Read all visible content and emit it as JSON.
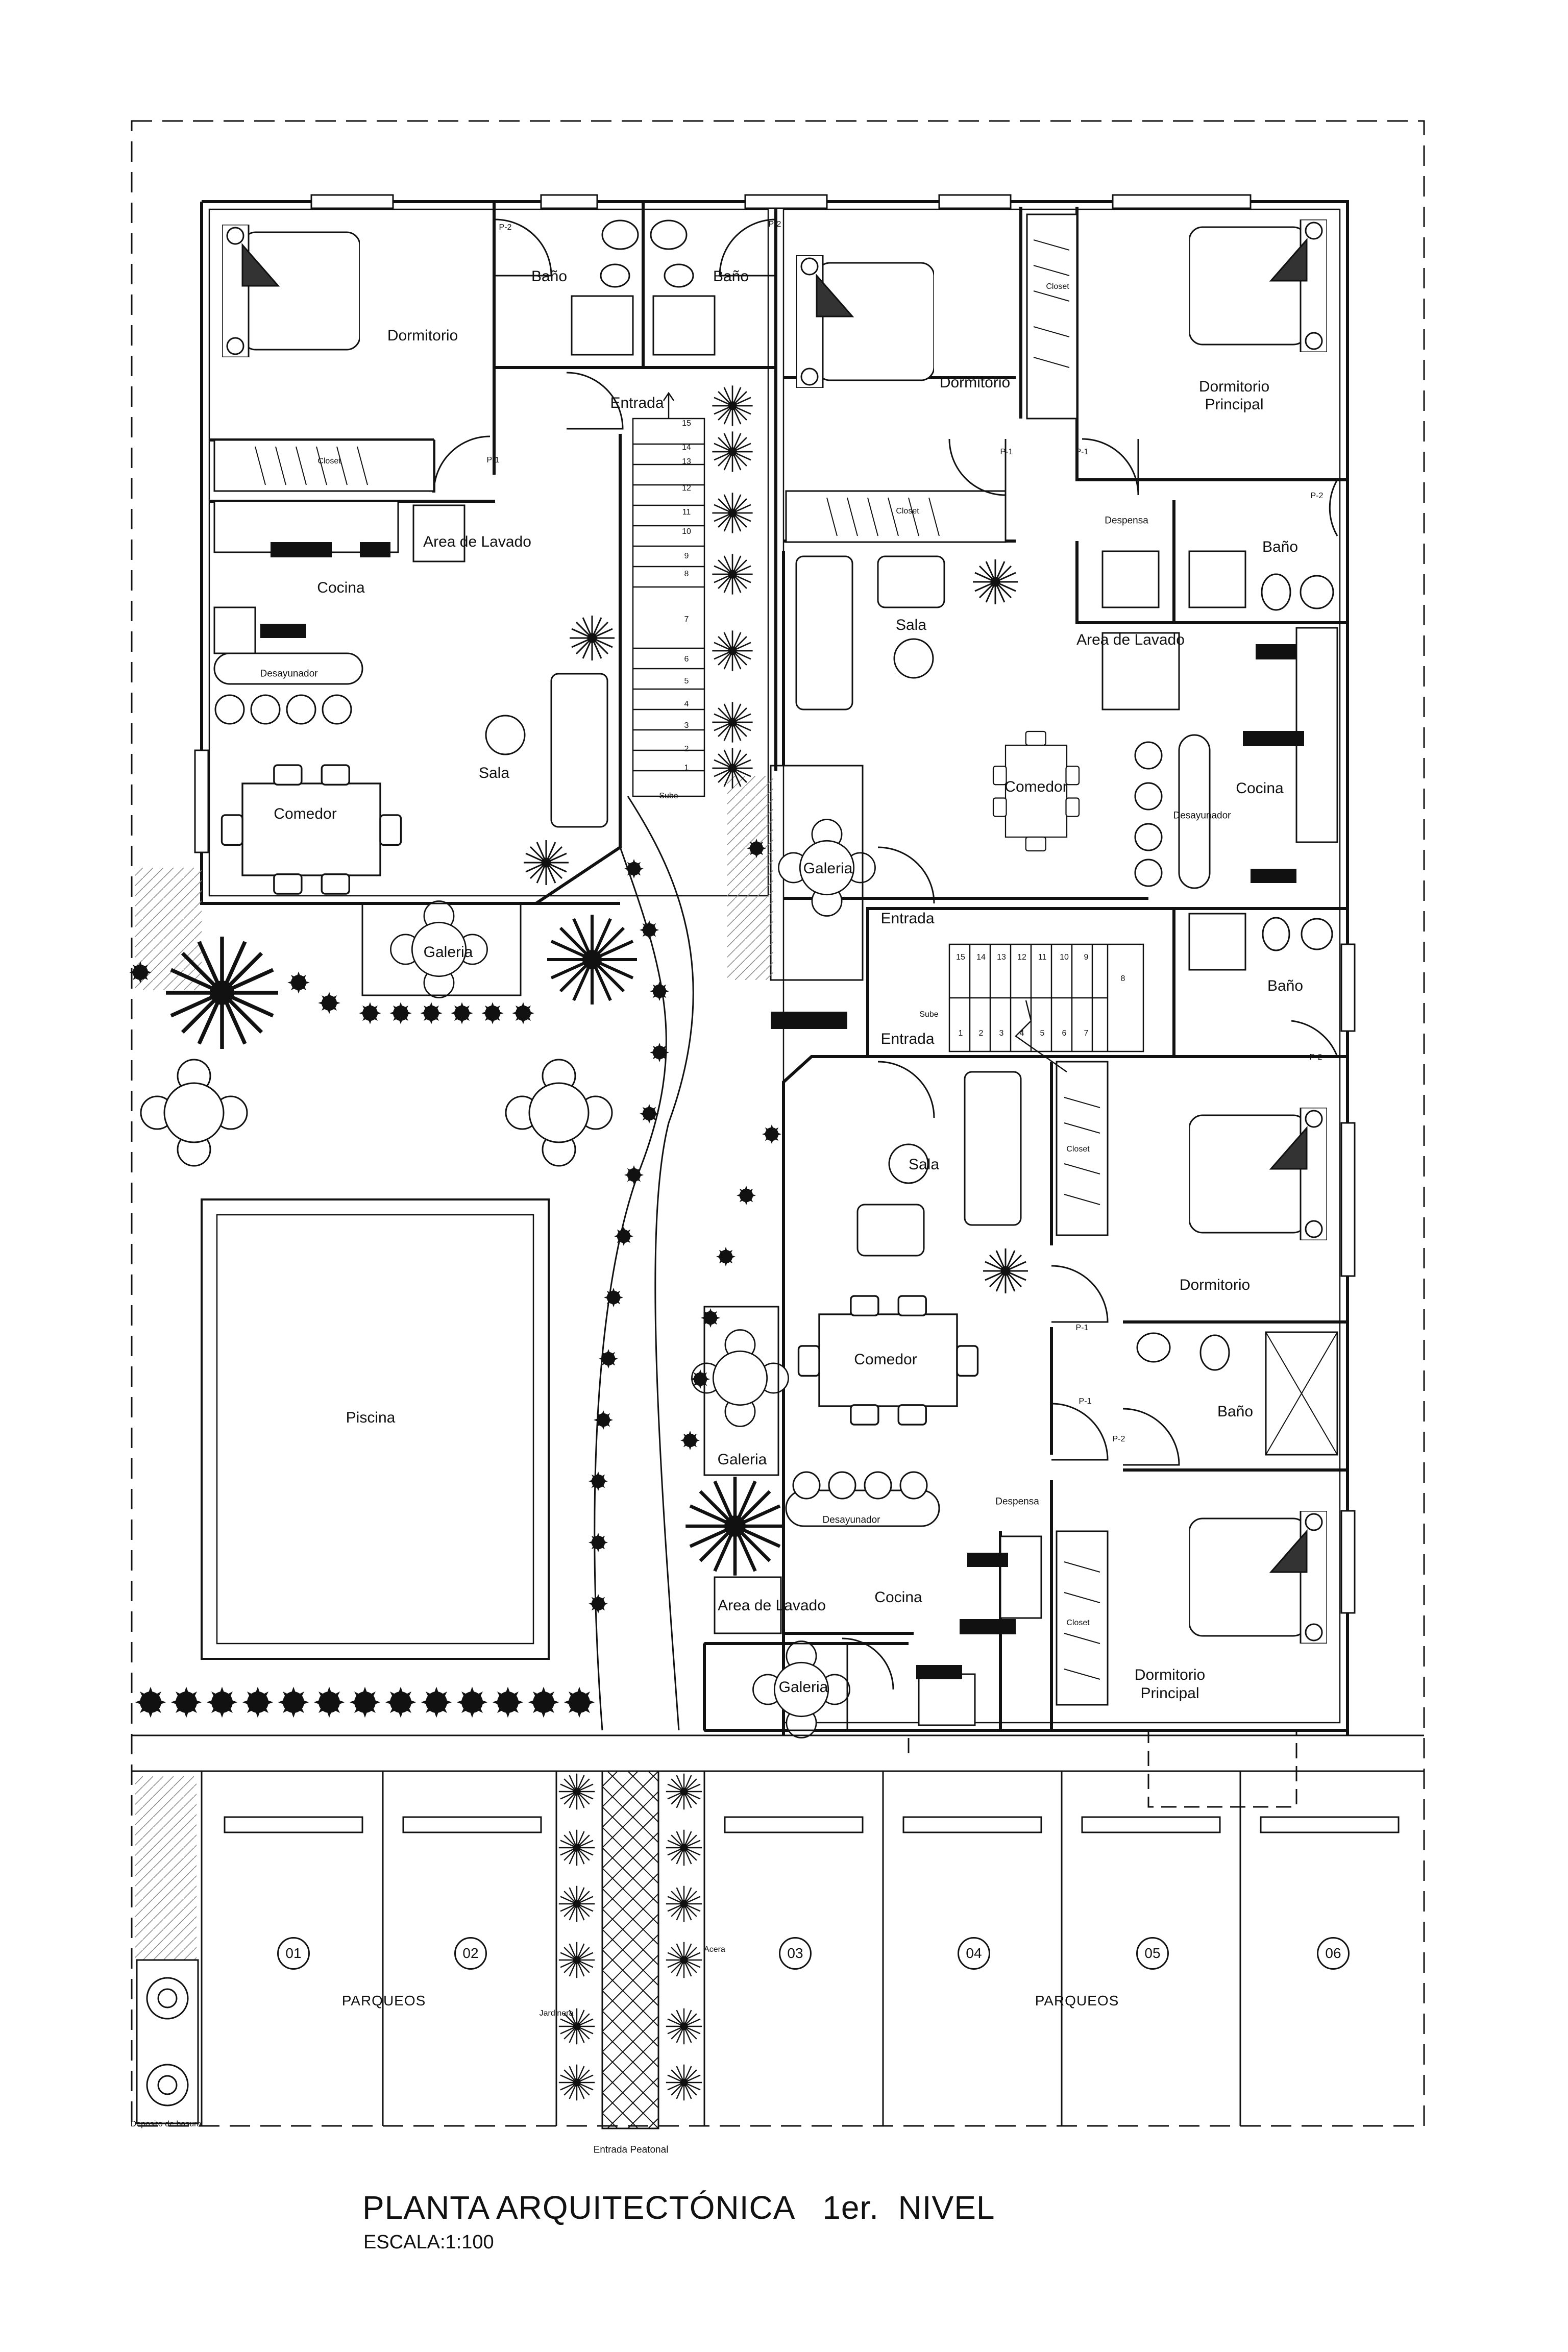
{
  "title": "PLANTA ARQUITECTÓNICA   1er.  NIVEL",
  "scale": "ESCALA:1:100",
  "apartment_top_left": {
    "dormitorio": "Dormitorio",
    "bano_1": "Baño",
    "bano_2": "Baño",
    "entrada": "Entrada",
    "closet": "Closet",
    "area_lavado": "Area de Lavado",
    "cocina": "Cocina",
    "desayunador": "Desayunador",
    "sala": "Sala",
    "comedor": "Comedor",
    "galeria": "Galeria",
    "door_p2_a": "P-2",
    "door_p2_b": "P-2",
    "door_p1": "P-1"
  },
  "apartment_top_right": {
    "dormitorio": "Dormitorio",
    "dormitorio_principal_1": "Dormitorio",
    "dormitorio_principal_2": "Principal",
    "closet_1": "Closet",
    "closet_2": "Closet",
    "despensa": "Despensa",
    "bano": "Baño",
    "area_lavado": "Area de Lavado",
    "sala": "Sala",
    "comedor": "Comedor",
    "cocina": "Cocina",
    "desayunador": "Desayunador",
    "galeria": "Galeria",
    "door_p1_a": "P-1",
    "door_p1_b": "P-1",
    "door_p2": "P-2"
  },
  "stair_left": {
    "steps": [
      "15",
      "14",
      "13",
      "12",
      "11",
      "10",
      "9",
      "8",
      "7",
      "6",
      "5",
      "4",
      "3",
      "2",
      "1"
    ],
    "sube": "Sube"
  },
  "stair_right": {
    "steps_top": [
      "15",
      "14",
      "13",
      "12",
      "11",
      "10",
      "9"
    ],
    "landing": "8",
    "steps_bottom": [
      "1",
      "2",
      "3",
      "4",
      "5",
      "6",
      "7"
    ],
    "sube": "Sube",
    "entrada_top": "Entrada",
    "entrada_bottom": "Entrada"
  },
  "apartment_bottom_right": {
    "bano_upper": "Baño",
    "door_p2_upper": "P-2",
    "closet_1": "Closet",
    "closet_2": "Closet",
    "sala": "Sala",
    "dormitorio": "Dormitorio",
    "comedor": "Comedor",
    "bano": "Baño",
    "door_p1_a": "P-1",
    "door_p1_b": "P-1",
    "door_p2": "P-2",
    "despensa": "Despensa",
    "desayunador": "Desayunador",
    "cocina": "Cocina",
    "area_lavado": "Area de Lavado",
    "galeria_1": "Galeria",
    "galeria_2": "Galeria",
    "dormitorio_principal_1": "Dormitorio",
    "dormitorio_principal_2": "Principal"
  },
  "exterior": {
    "galeria": "Galeria",
    "piscina": "Piscina",
    "parqueos_left": "PARQUEOS",
    "parqueos_right": "PARQUEOS",
    "deposito": "Deposito de basura",
    "entrada_peatonal": "Entrada Peatonal",
    "jardinera": "Jardinera",
    "acera": "Acera"
  },
  "parking_numbers": [
    "01",
    "02",
    "03",
    "04",
    "05",
    "06"
  ]
}
